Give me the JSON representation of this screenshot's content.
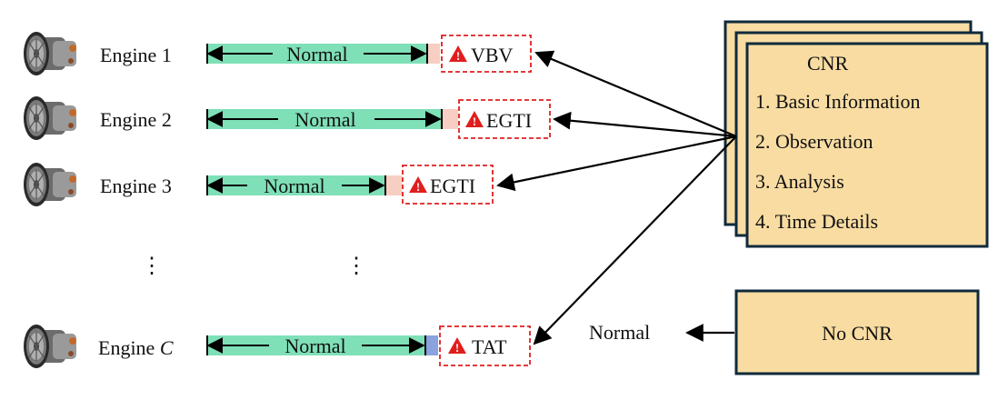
{
  "colors": {
    "normal_bar": "#7fe0b8",
    "fault_tint": "#f7cfc2",
    "fault_tint_tat": "#8aa2de",
    "alert_red": "#e01e1e",
    "card_fill": "#f8dca2",
    "card_border": "#0f2a3c",
    "arrow": "#000000"
  },
  "engines": [
    {
      "label": "Engine 1",
      "bar_label": "Normal",
      "alert": "VBV",
      "icon": "turbofan-engine-icon"
    },
    {
      "label": "Engine 2",
      "bar_label": "Normal",
      "alert": "EGTI",
      "icon": "turbofan-engine-icon"
    },
    {
      "label": "Engine 3",
      "bar_label": "Normal",
      "alert": "EGTI",
      "icon": "turbofan-engine-icon"
    },
    {
      "label": "Engine ",
      "label_var": "C",
      "bar_label": "Normal",
      "alert": "TAT",
      "icon": "turbofan-engine-icon"
    }
  ],
  "ellipsis": "⋮",
  "alert_icon": "warning-triangle-icon",
  "alert_glyph": "!",
  "cnr": {
    "title": "CNR",
    "items": [
      "1. Basic Information",
      "2. Observation",
      "3. Analysis",
      "4. Time Details"
    ]
  },
  "no_cnr": {
    "label": "No CNR",
    "result": "Normal"
  }
}
